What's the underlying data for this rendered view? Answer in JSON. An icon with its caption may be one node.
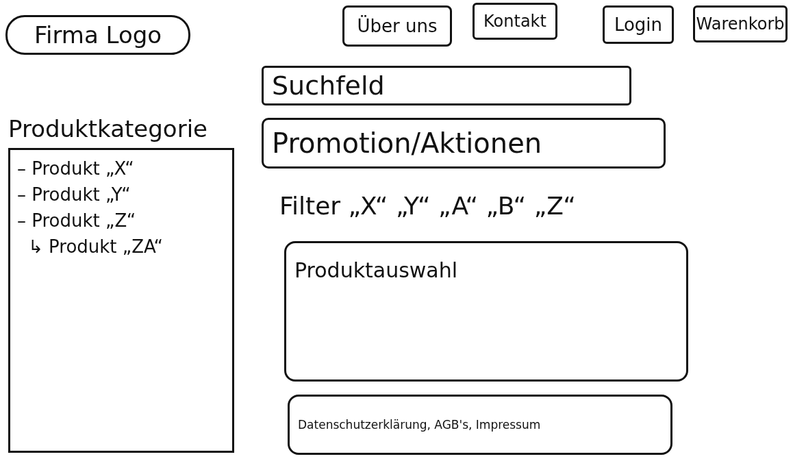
{
  "diagram": {
    "nodes": [
      {
        "text": [
          "Firma Logo"
        ]
      },
      {
        "text": [
          "Über uns"
        ]
      },
      {
        "text": [
          "Kontakt"
        ]
      },
      {
        "text": [
          "Login"
        ]
      },
      {
        "text": [
          "Warenkorb"
        ]
      },
      {
        "text": [
          "Suchfeld"
        ]
      },
      {
        "text": [
          "Produktkategorie",
          "– Produkt „X“",
          "– Produkt „Y“",
          "– Produkt „Z“",
          "↳ Produkt „ZA“"
        ]
      },
      {
        "text": [
          "Promotion/Aktionen"
        ]
      },
      {
        "text": [
          "Produktauswahl"
        ]
      },
      {
        "text": [
          "Datenschutzerklärung, AGB's, Impressum"
        ]
      }
    ],
    "edges": [],
    "labels": [
      "Filter „X“ „Y“ „A“ „B“ „Z“"
    ]
  }
}
